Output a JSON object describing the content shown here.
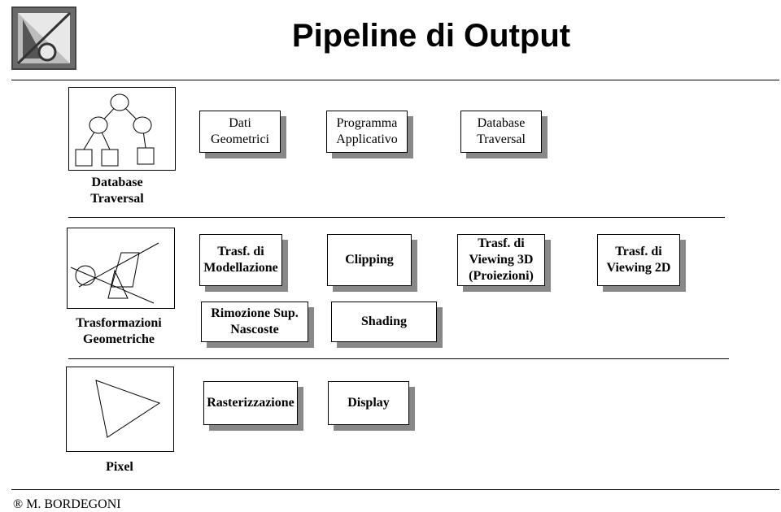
{
  "title": "Pipeline di Output",
  "sections": {
    "database": {
      "caption": "Database\nTraversal",
      "steps": [
        "Dati\nGeometrici",
        "Programma\nApplicativo",
        "Database\nTraversal"
      ]
    },
    "transform": {
      "caption": "Trasformazioni\nGeometriche",
      "steps": [
        "Trasf. di\nModellazione",
        "Clipping",
        "Trasf. di\nViewing 3D\n(Proiezioni)",
        "Trasf. di\nViewing 2D",
        "Rimozione Sup.\nNascoste",
        "Shading"
      ]
    },
    "pixel": {
      "caption": "Pixel",
      "steps": [
        "Rasterizzazione",
        "Display"
      ]
    }
  },
  "footer": "® M. BORDEGONI"
}
